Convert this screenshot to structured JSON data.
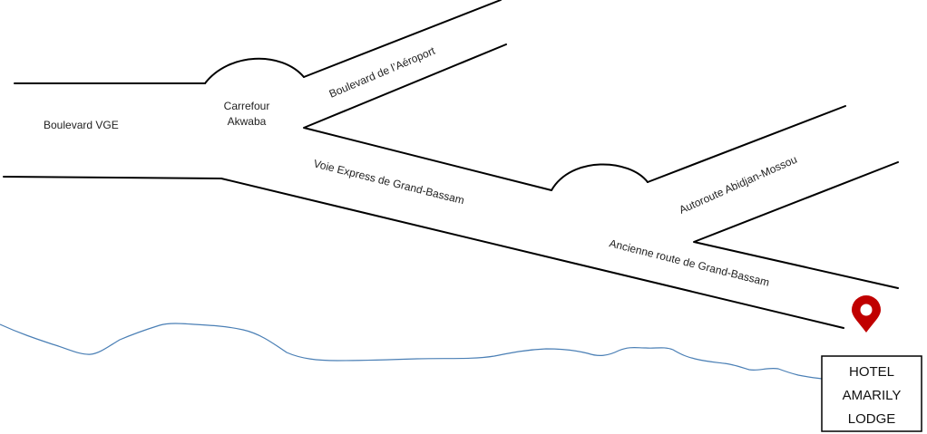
{
  "labels": {
    "boulevard_vge": "Boulevard VGE",
    "carrefour_line1": "Carrefour",
    "carrefour_line2": "Akwaba",
    "boulevard_aeroport": "Boulevard de l’Aéroport",
    "voie_express": "Voie Express  de Grand-Bassam",
    "autoroute": "Autoroute Abidjan-Mossou",
    "ancienne_route": "Ancienne route  de Grand-Bassam"
  },
  "hotel": {
    "line1": "HOTEL",
    "line2": "AMARILY",
    "line3": "LODGE"
  },
  "icons": {
    "marker": "map-pin-icon"
  },
  "colors": {
    "roads": "#000000",
    "coastline": "#4a7fb5",
    "marker": "#c00000",
    "hotel_border": "#000000"
  }
}
